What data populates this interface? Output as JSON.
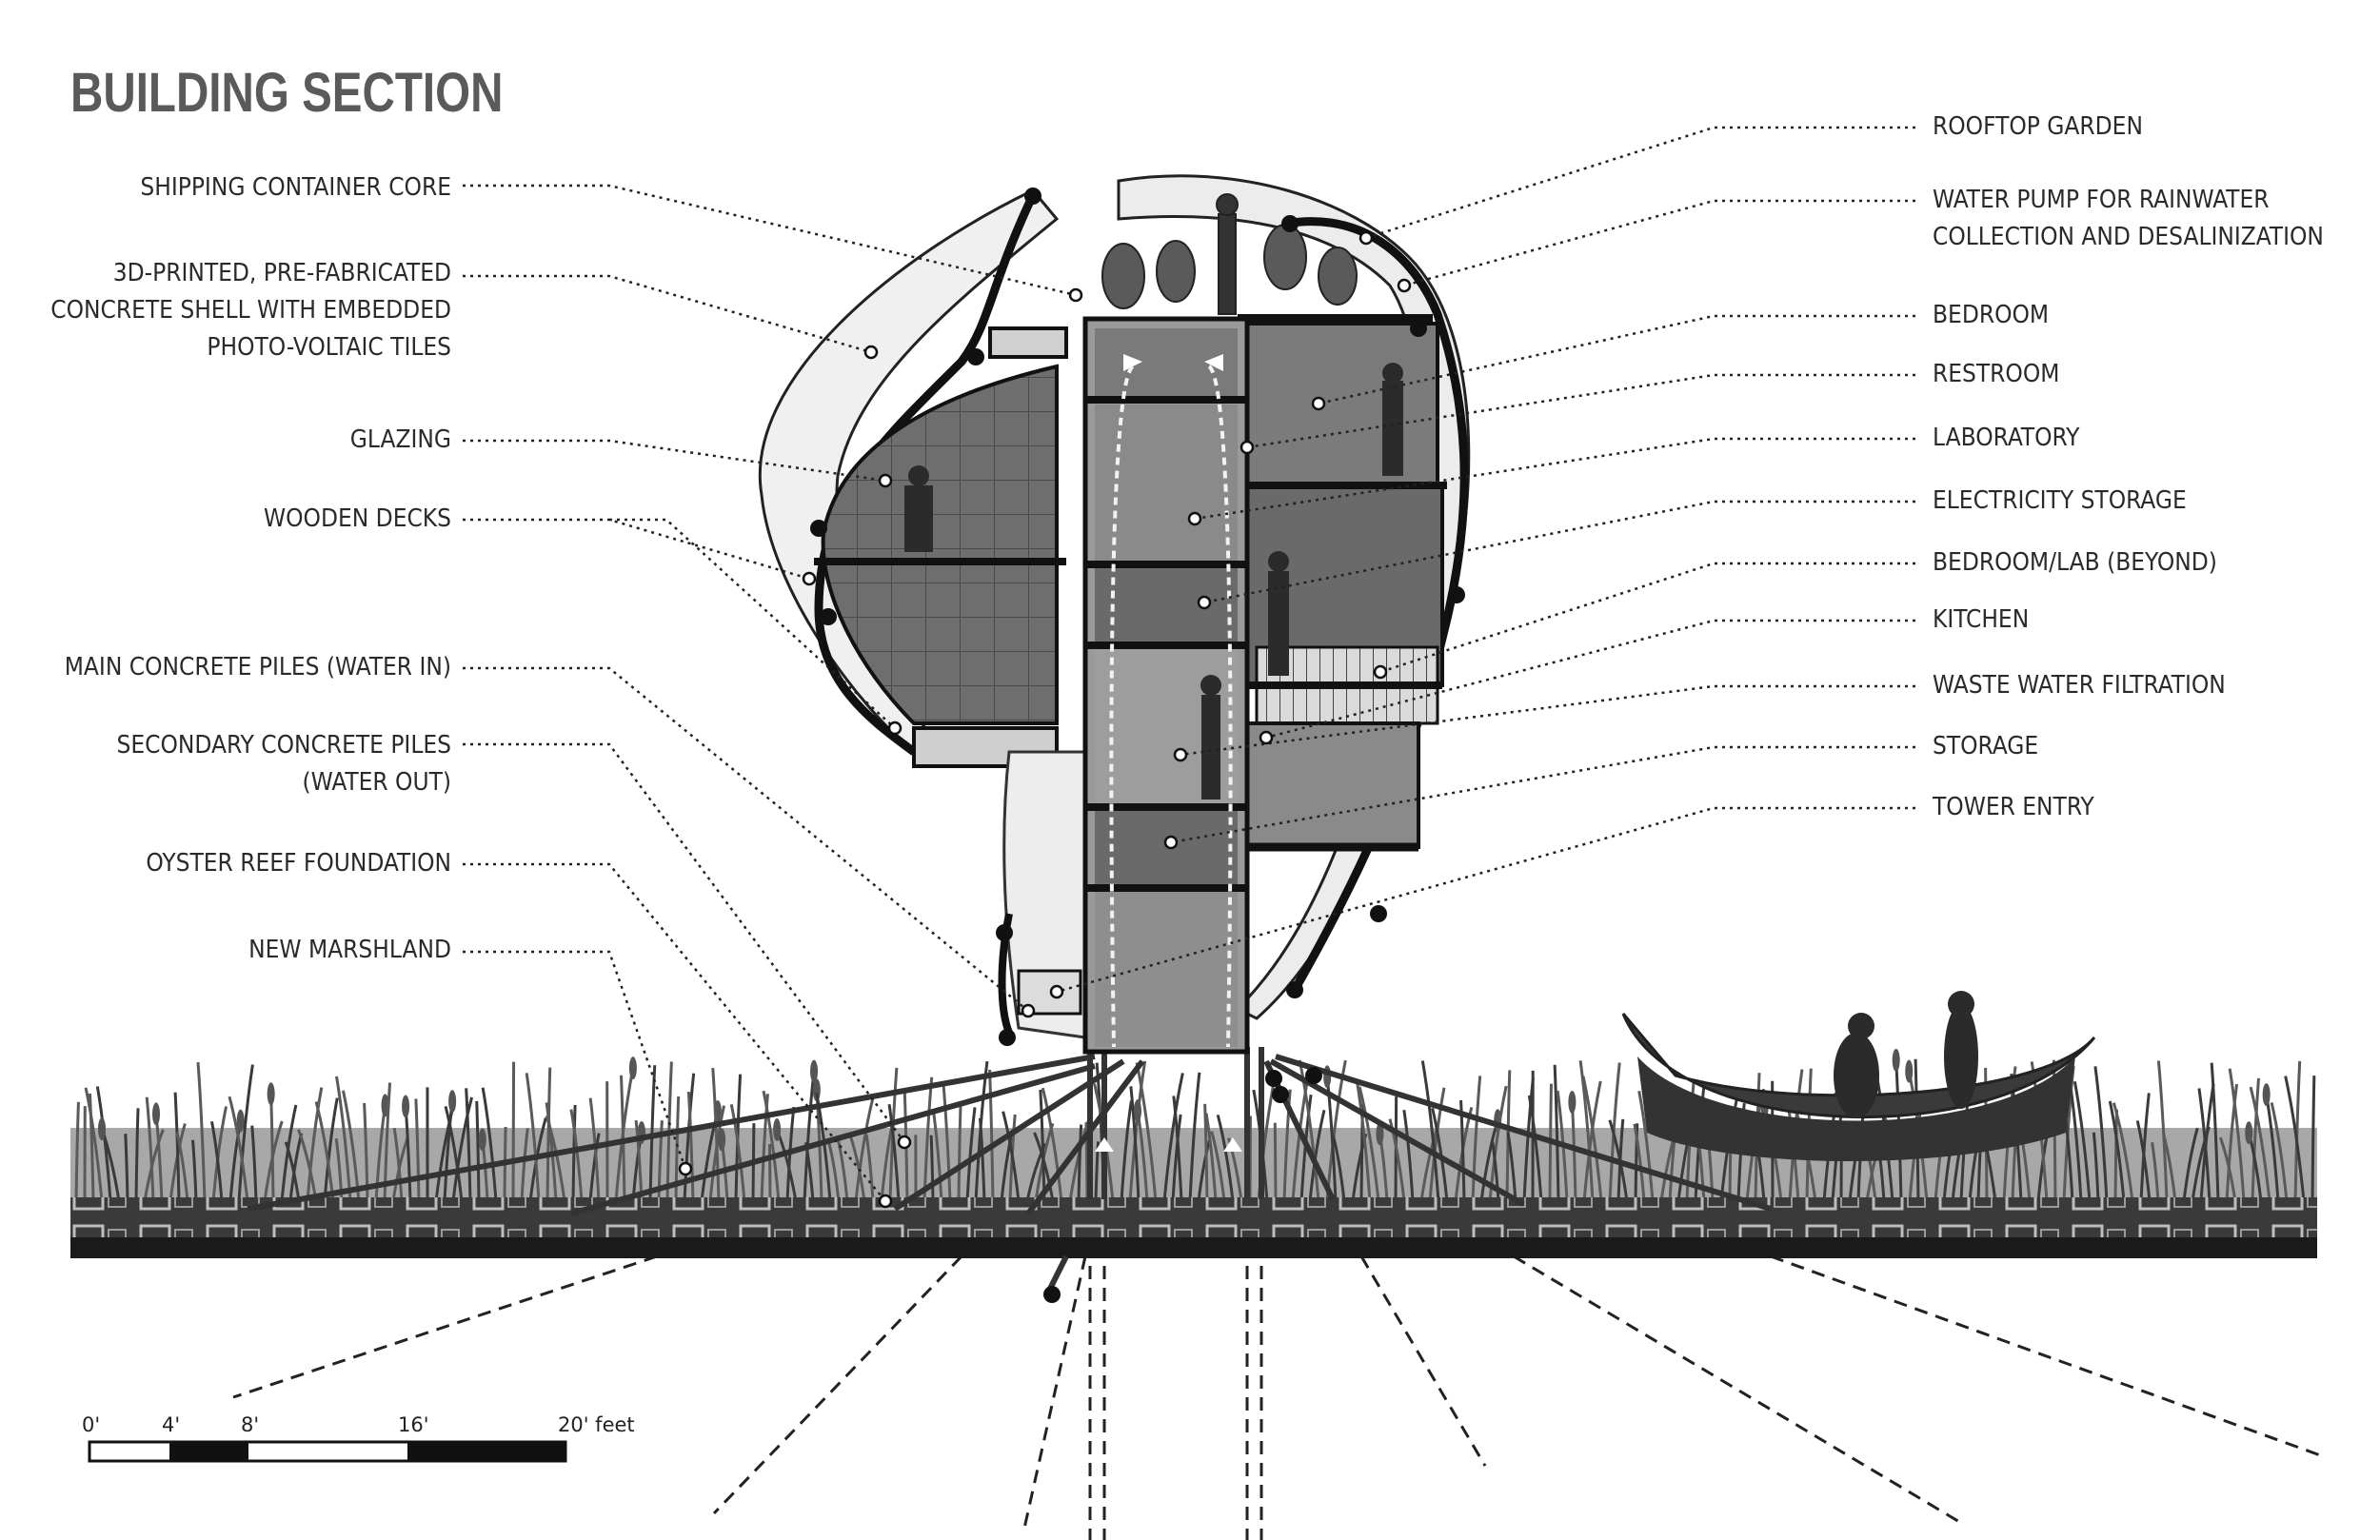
{
  "title": "BUILDING SECTION",
  "left_labels": [
    {
      "key": "shipping",
      "lines": [
        "SHIPPING CONTAINER CORE"
      ]
    },
    {
      "key": "shell",
      "lines": [
        "3D-PRINTED, PRE-FABRICATED",
        "CONCRETE SHELL WITH EMBEDDED",
        "PHOTO-VOLTAIC TILES"
      ]
    },
    {
      "key": "glazing",
      "lines": [
        "GLAZING"
      ]
    },
    {
      "key": "decks",
      "lines": [
        "WOODEN DECKS"
      ]
    },
    {
      "key": "main_piles",
      "lines": [
        "MAIN CONCRETE PILES (WATER IN)"
      ]
    },
    {
      "key": "secondary_piles",
      "lines": [
        "SECONDARY CONCRETE PILES",
        "(WATER OUT)"
      ]
    },
    {
      "key": "oyster",
      "lines": [
        "OYSTER REEF FOUNDATION"
      ]
    },
    {
      "key": "marsh",
      "lines": [
        "NEW MARSHLAND"
      ]
    }
  ],
  "right_labels": [
    {
      "key": "rooftop",
      "lines": [
        "ROOFTOP GARDEN"
      ]
    },
    {
      "key": "pump",
      "lines": [
        "WATER PUMP FOR RAINWATER",
        "COLLECTION AND DESALINIZATION"
      ]
    },
    {
      "key": "bedroom",
      "lines": [
        "BEDROOM"
      ]
    },
    {
      "key": "restroom",
      "lines": [
        "RESTROOM"
      ]
    },
    {
      "key": "laboratory",
      "lines": [
        "LABORATORY"
      ]
    },
    {
      "key": "electricity",
      "lines": [
        "ELECTRICITY STORAGE"
      ]
    },
    {
      "key": "bedroom_lab",
      "lines": [
        "BEDROOM/LAB (BEYOND)"
      ]
    },
    {
      "key": "kitchen",
      "lines": [
        "KITCHEN"
      ]
    },
    {
      "key": "waste",
      "lines": [
        "WASTE WATER FILTRATION"
      ]
    },
    {
      "key": "storage",
      "lines": [
        "STORAGE"
      ]
    },
    {
      "key": "tower_entry",
      "lines": [
        "TOWER ENTRY"
      ]
    }
  ],
  "scale_bar": {
    "ticks": [
      "0'",
      "4'",
      "8'",
      "16'",
      "20' feet"
    ]
  },
  "colors": {
    "title": "#5a5a5a",
    "label": "#2a2a2a",
    "shell_fill": "#e6e6e6",
    "room_dark": "#5e5e5e",
    "room_mid": "#8c8c8c",
    "marsh": "#6f6f6f",
    "ground": "#1a1a1a"
  }
}
